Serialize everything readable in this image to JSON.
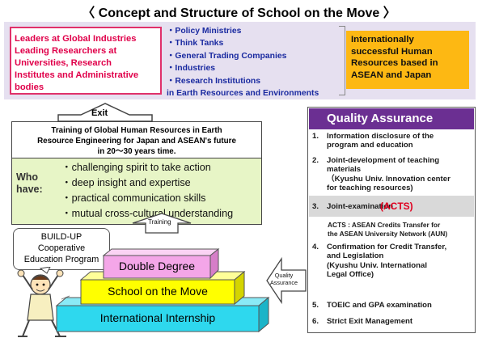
{
  "title": "〈 Concept and Structure of School on the Move 〉",
  "leaders": {
    "lines": [
      "Leaders at Global Industries",
      "Leading Researchers at",
      "Universities, Research",
      "Institutes and Administrative",
      "bodies"
    ]
  },
  "organizations": {
    "items": [
      "・Policy Ministries",
      "・Think Tanks",
      "・General Trading Companies",
      "・Industries",
      "・Research Institutions"
    ],
    "footer": "in Earth Resources and Environments"
  },
  "resources_box": {
    "lines": [
      "Internationally",
      "successful Human",
      "Resources based in",
      "ASEAN and Japan"
    ]
  },
  "exit_arrow_label": "Exit",
  "training": {
    "lines": [
      "Training of Global Human Resources in Earth",
      "Resource Engineering for Japan and ASEAN's future",
      "in 20～30 years time."
    ]
  },
  "who": {
    "label_line1": "Who",
    "label_line2": "have:",
    "items": [
      "・challenging spirit to take action",
      "・deep insight and expertise",
      "・practical communication skills",
      "・mutual cross-cultural understanding"
    ]
  },
  "build_up": {
    "lines": [
      "BUILD-UP",
      "Cooperative",
      "Education Program"
    ]
  },
  "training_arrow_label": "Training",
  "pyramid": {
    "top": "Double Degree",
    "middle": "School on the Move",
    "bottom": "International Internship"
  },
  "qa_arrow_label_lines": [
    "Quality",
    "Assurance"
  ],
  "quality_assurance": {
    "header": "Quality Assurance",
    "items": [
      {
        "num": "1.",
        "lines": [
          "Information disclosure of the",
          "program and education"
        ]
      },
      {
        "num": "2.",
        "lines": [
          "Joint-development of teaching",
          "materials",
          "（Kyushu Univ. Innovation center",
          "for teaching resources)"
        ]
      },
      {
        "num": "3.",
        "lines": [
          "Joint-examination"
        ]
      },
      {
        "num": "4.",
        "lines": [
          "Confirmation for Credit Transfer,",
          "and Legislation",
          "(Kyushu Univ. International",
          "Legal Office)"
        ]
      },
      {
        "num": "5.",
        "lines": [
          "TOEIC and GPA examination"
        ]
      },
      {
        "num": "6.",
        "lines": [
          "Strict Exit Management"
        ]
      }
    ],
    "acts_label": "(ACTS)",
    "acts_note_lines": [
      "ACTS : ASEAN Credits Transfer for",
      "the ASEAN University Network (AUN)"
    ]
  },
  "colors": {
    "band": "#e6e0f0",
    "leaders_text": "#e0004a",
    "org_text": "#1a2aa0",
    "resources_bg": "#fdb813",
    "who_bg": "#e7f5c6",
    "qa_header": "#6b2f92",
    "acts_red": "#e00020",
    "pyramid_top": "#f4a6e8",
    "pyramid_middle": "#ffff00",
    "pyramid_bottom": "#2ed8ee"
  }
}
